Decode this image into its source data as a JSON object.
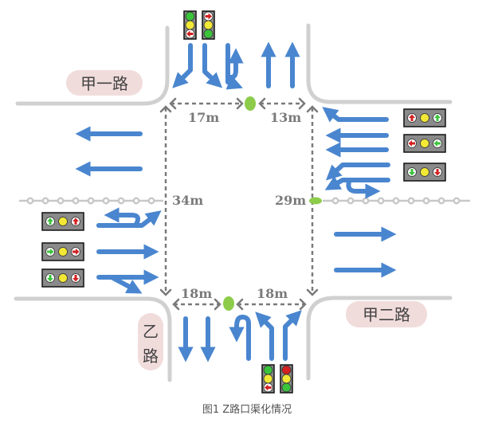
{
  "figure": {
    "caption": "图1 Z路口渠化情况",
    "roads": {
      "north_west": "甲一路",
      "south_east": "甲二路",
      "south_west_char1": "乙",
      "south_west_char2": "路"
    },
    "distances": {
      "north_left": "17m",
      "north_right": "13m",
      "west": "34m",
      "east": "29m",
      "south_left": "18m",
      "south_right": "18m"
    },
    "colors": {
      "arrow": "#4a86cf",
      "curb": "#d0d0d0",
      "dashed": "#7a7a7a",
      "island": "#8ccc4a",
      "label_bg": "#f1dcdc",
      "signal_red": "#d32020",
      "signal_yellow": "#f2e836",
      "signal_green": "#3bc43b"
    },
    "signals": {
      "north": [
        {
          "name": "north-left-signal",
          "lamps": [
            "green-circle",
            "yellow-circle",
            "red-left-arrow"
          ]
        },
        {
          "name": "north-right-signal",
          "lamps": [
            "red-right-arrow",
            "yellow-circle",
            "green-circle"
          ]
        }
      ],
      "east": [
        {
          "name": "east-top-signal",
          "lamps": [
            "red-up-arrow",
            "yellow-circle",
            "green-up-arrow"
          ]
        },
        {
          "name": "east-middle-signal",
          "lamps": [
            "red-left-arrow",
            "yellow-circle",
            "green-left-arrow"
          ]
        },
        {
          "name": "east-bottom-signal",
          "lamps": [
            "green-down-arrow",
            "yellow-circle",
            "red-down-arrow"
          ]
        }
      ],
      "west": [
        {
          "name": "west-top-signal",
          "lamps": [
            "green-up-arrow",
            "yellow-circle",
            "red-up-arrow"
          ]
        },
        {
          "name": "west-middle-signal",
          "lamps": [
            "green-right-arrow",
            "yellow-circle",
            "red-right-arrow"
          ]
        },
        {
          "name": "west-bottom-signal",
          "lamps": [
            "green-down-arrow",
            "yellow-circle",
            "red-down-arrow"
          ]
        }
      ],
      "south": [
        {
          "name": "south-left-signal",
          "lamps": [
            "green-circle",
            "yellow-circle",
            "red-left-arrow"
          ]
        },
        {
          "name": "south-right-signal",
          "lamps": [
            "red-circle",
            "yellow-circle",
            "green-circle"
          ]
        }
      ]
    }
  }
}
